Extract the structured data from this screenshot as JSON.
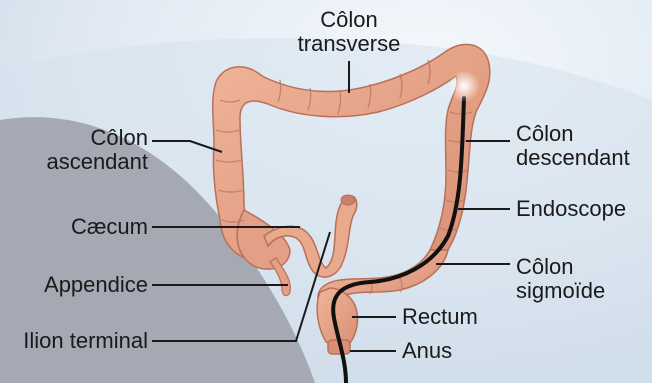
{
  "colors": {
    "background_light": "#e6eef7",
    "background_mid": "#cfdcea",
    "shadow_region": "#a5a9b3",
    "colon_fill": "#e8a98c",
    "colon_dark": "#c7806a",
    "colon_highlight": "#f6c9b3",
    "line_color": "#1a1a1a",
    "endoscope": "#111111"
  },
  "labels": {
    "colon_transverse": [
      "Côlon",
      "transverse"
    ],
    "colon_ascendant": [
      "Côlon",
      "ascendant"
    ],
    "caecum": "Cæcum",
    "appendice": "Appendice",
    "ilion_terminal": "Ilion terminal",
    "colon_descendant": [
      "Côlon",
      "descendant"
    ],
    "endoscope": "Endoscope",
    "colon_sigmoide": [
      "Côlon",
      "sigmoïde"
    ],
    "rectum": "Rectum",
    "anus": "Anus"
  }
}
